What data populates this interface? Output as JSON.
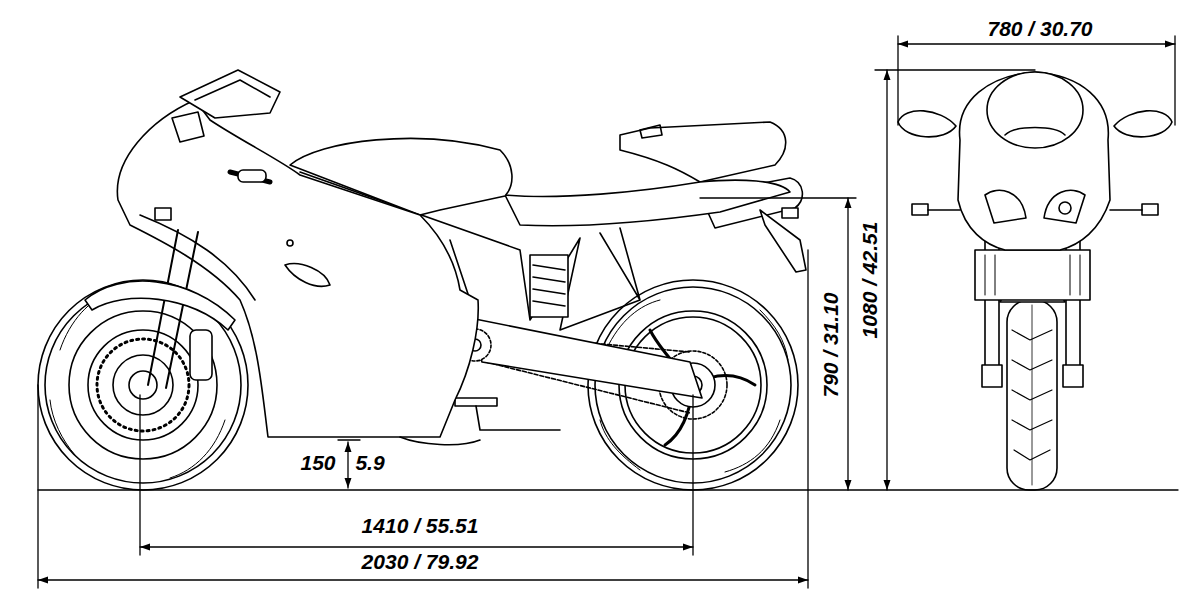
{
  "diagram": {
    "labels": [
      "780 / 30.70",
      "1080 / 42.51",
      "790 / 31.10",
      "150",
      "5.9",
      "1410 / 55.51",
      "2030 / 79.92"
    ]
  }
}
